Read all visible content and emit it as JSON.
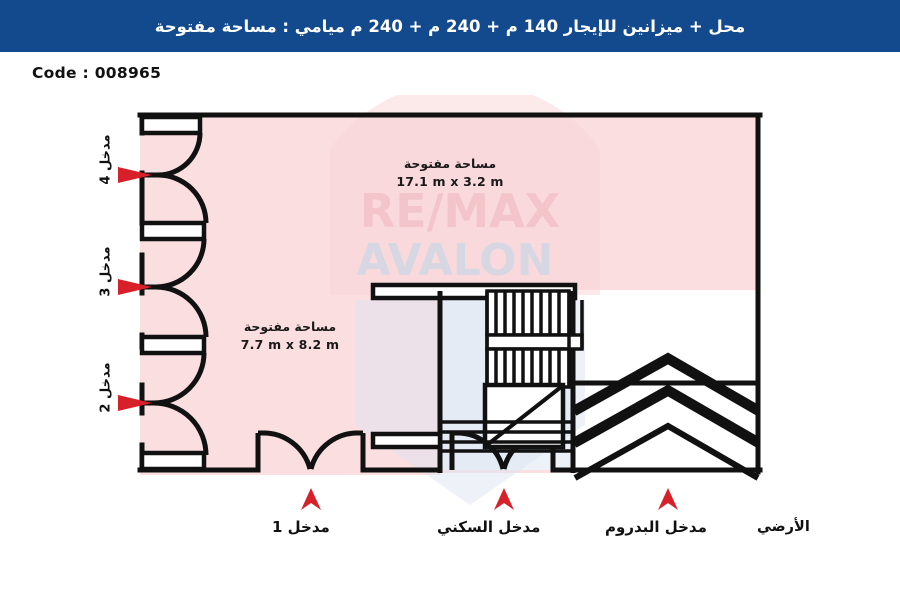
{
  "header": {
    "title": "محل + ميزانين للإيجار  140 م + 240 م + 240 م ميامي :  مساحة مفتوحة",
    "background_color": "#134A8E",
    "text_color": "#FFFFFF"
  },
  "code": {
    "label": "Code : 008965"
  },
  "plan": {
    "colors": {
      "wall": "#111111",
      "open_area_fill": "#FADEE0",
      "stair_core_fill": "#EDF1F8",
      "white_fill": "#FFFFFF",
      "arrow_red": "#D8202A",
      "watermark_red": "#F3C8CC",
      "watermark_blue": "#DDE4F0"
    },
    "watermark": {
      "line1": "RE/MAX",
      "line2": "AVALON"
    },
    "rooms": [
      {
        "name": "مساحة مفتوحة",
        "dimensions": "17.1 m x 3.2 m"
      },
      {
        "name": "مساحة مفتوحة",
        "dimensions": "7.7 m x 8.2 m"
      }
    ],
    "side_entrances": [
      {
        "label": "مدخل 4"
      },
      {
        "label": "مدخل 3"
      },
      {
        "label": "مدخل 2"
      }
    ],
    "bottom_entrances": [
      {
        "label": "مدخل 1"
      },
      {
        "label": "مدخل السكني"
      },
      {
        "label": "مدخل البدروم"
      }
    ],
    "floor_label": "الأرضي"
  }
}
